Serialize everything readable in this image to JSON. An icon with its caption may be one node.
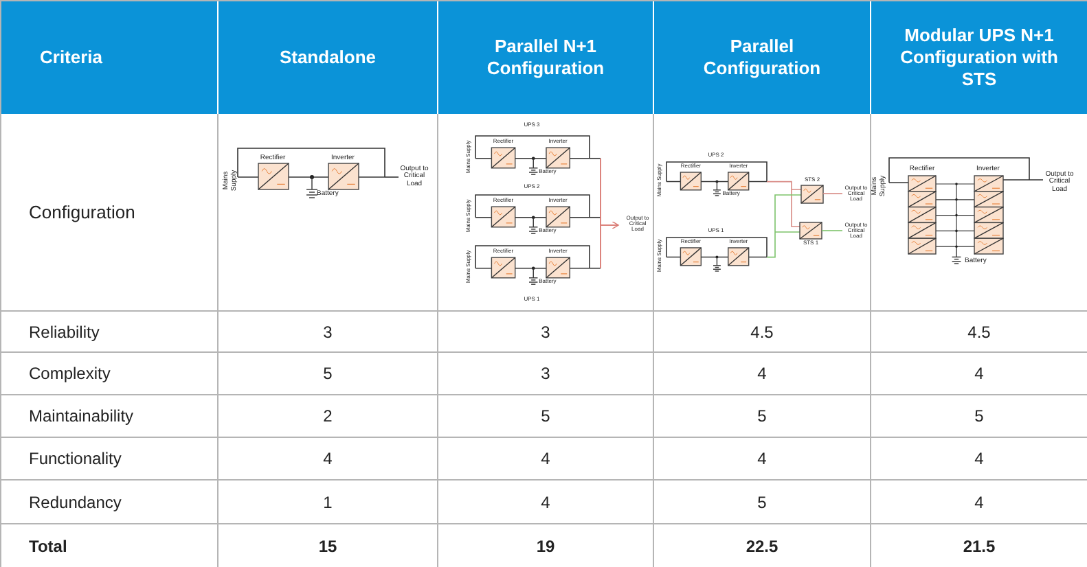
{
  "diagram": {
    "labels": [
      "Criteria",
      "Standalone",
      "Parallel N+1 Configuration",
      "Parallel Configuration",
      "Modular UPS N+1 Configuration with STS",
      "Configuration",
      "Mains Supply",
      "Rectifier",
      "Inverter",
      "Output to Critical Load",
      "Battery",
      "UPS 3",
      "Mains Supply",
      "Rectifier",
      "Inverter",
      "Battery",
      "UPS 2",
      "Mains Supply",
      "Rectifier",
      "Inverter",
      "Battery",
      "Output to Critical Load",
      "Mains Supply",
      "Rectifier",
      "Inverter",
      "Battery",
      "UPS 1",
      "UPS 2",
      "Mains Supply",
      "Rectifier",
      "Inverter",
      "Battery",
      "STS 2",
      "Output to Critical Load",
      "Output to Critical Load",
      "STS 1",
      "UPS 1",
      "Mains Supply",
      "Rectifier",
      "Inverter",
      "Mains Supply",
      "Rectifier",
      "Inverter",
      "Output to Critical Load",
      "Battery",
      "Reliability",
      "3",
      "3",
      "4.5",
      "4.5",
      "Complexity",
      "5",
      "3",
      "4",
      "4",
      "Maintainability",
      "2",
      "5",
      "5",
      "5",
      "Functionality",
      "4",
      "4",
      "4",
      "4",
      "Redundancy",
      "1",
      "4",
      "5",
      "4",
      "Total",
      "15",
      "19",
      "22.5",
      "21.5"
    ]
  }
}
